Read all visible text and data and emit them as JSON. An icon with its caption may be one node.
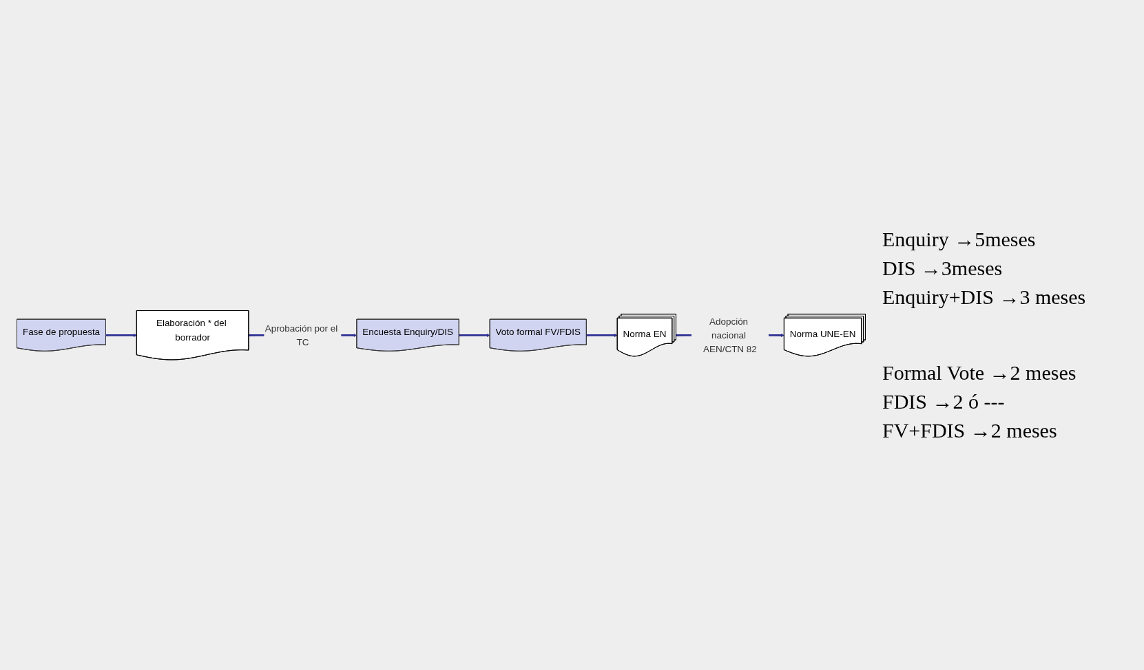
{
  "diagram": {
    "nodes": [
      {
        "text": [
          "Fase de propuesta"
        ]
      },
      {
        "text": [
          "Elaboración * del borrador"
        ]
      },
      {
        "text": [
          "Encuesta Enquiry/DIS"
        ]
      },
      {
        "text": [
          "Voto formal FV/FDIS"
        ]
      },
      {
        "text": [
          "Norma EN"
        ]
      },
      {
        "text": [
          "Norma UNE-EN"
        ]
      }
    ],
    "edges": [
      {
        "from": 0,
        "to": 1,
        "arrow": "to"
      },
      {
        "from": 1,
        "to": 2,
        "arrow": "to",
        "label": "Aprobación por el TC"
      },
      {
        "from": 2,
        "to": 3,
        "arrow": "to"
      },
      {
        "from": 3,
        "to": 4,
        "arrow": "to"
      },
      {
        "from": 4,
        "to": 5,
        "arrow": "to",
        "label": "Adopción nacional AEN/CTN 82"
      }
    ],
    "labels": [
      "Enquiry →5meses",
      "DIS →3meses",
      "Enquiry+DIS →3 meses",
      "Formal Vote →2 meses",
      "FDIS →2 ó ---",
      "FV+FDIS →2 meses"
    ]
  }
}
